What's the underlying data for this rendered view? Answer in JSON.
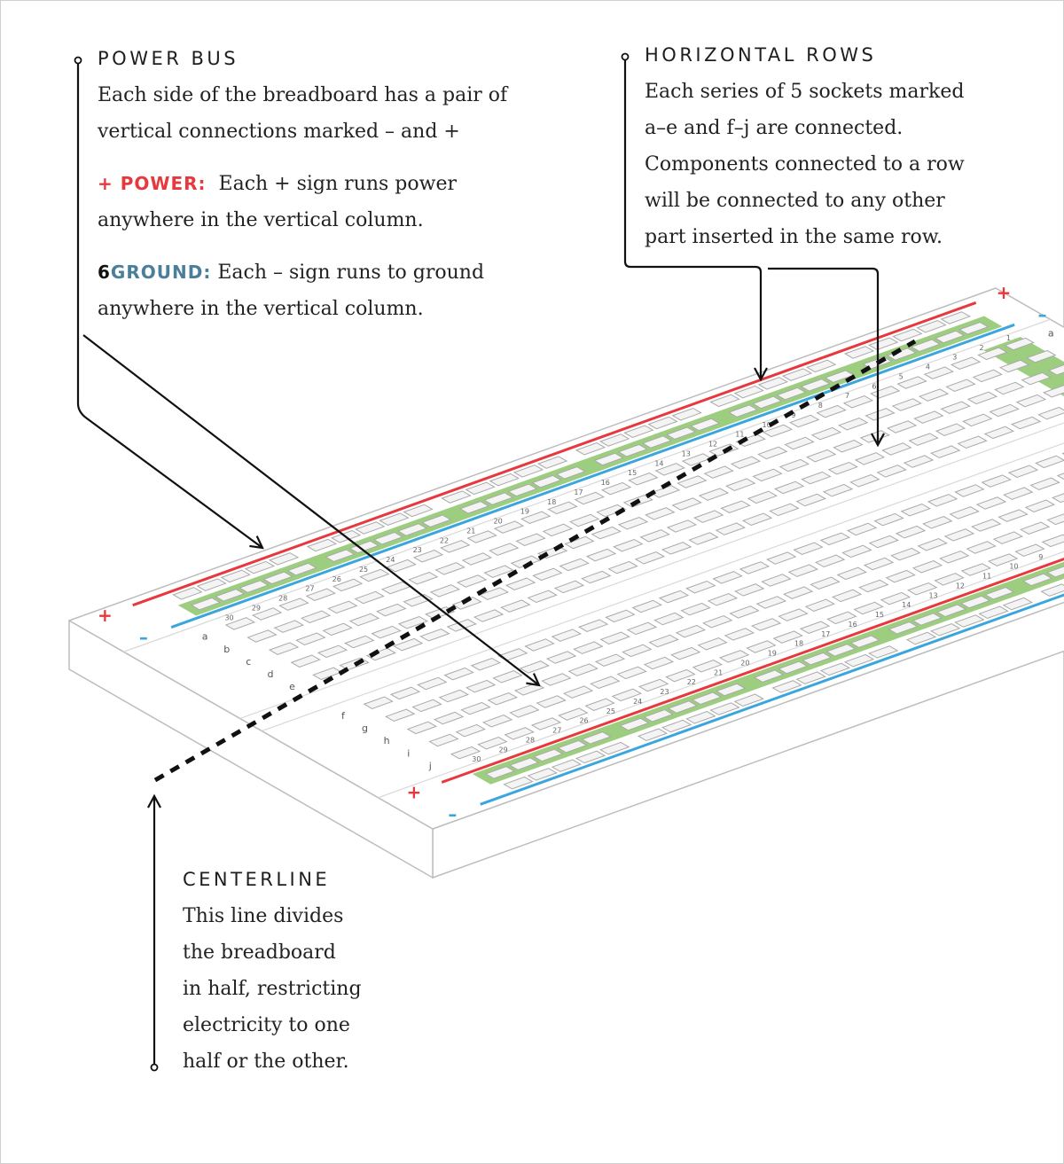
{
  "colors": {
    "power": "#e8383d",
    "ground": "#3aa6dd",
    "ground_label": "#4a7f99",
    "highlight": "#8cc66a",
    "board_outline": "#bdbdbd",
    "socket": "#a9a9a9",
    "text": "#1e1e1e"
  },
  "callouts": {
    "power_bus": {
      "heading": "POWER BUS",
      "description_lines": [
        "Each side of the breadboard has a pair of",
        "vertical connections marked – and +"
      ],
      "power": {
        "keyword": "+ POWER:",
        "lines": [
          "Each + sign runs power",
          "anywhere in the vertical column."
        ]
      },
      "ground": {
        "prefix": "6",
        "keyword": "GROUND:",
        "lines": [
          "Each – sign runs to ground",
          "anywhere in the vertical column."
        ]
      }
    },
    "horizontal_rows": {
      "heading": "HORIZONTAL ROWS",
      "lines": [
        "Each series of 5 sockets marked",
        "a–e and f–j are connected.",
        "Components connected to a row",
        "will be connected to any other",
        "part inserted in the same row."
      ]
    },
    "centerline": {
      "heading": "CENTERLINE",
      "lines": [
        "This line divides",
        "the breadboard",
        "in half, restricting",
        "electricity to one",
        "half or the other."
      ]
    }
  },
  "board": {
    "rail_plus": "+",
    "rail_minus": "–",
    "columns": 30,
    "rows_top": [
      "a",
      "b",
      "c",
      "d",
      "e"
    ],
    "rows_bottom": [
      "f",
      "g",
      "h",
      "i",
      "j"
    ]
  }
}
